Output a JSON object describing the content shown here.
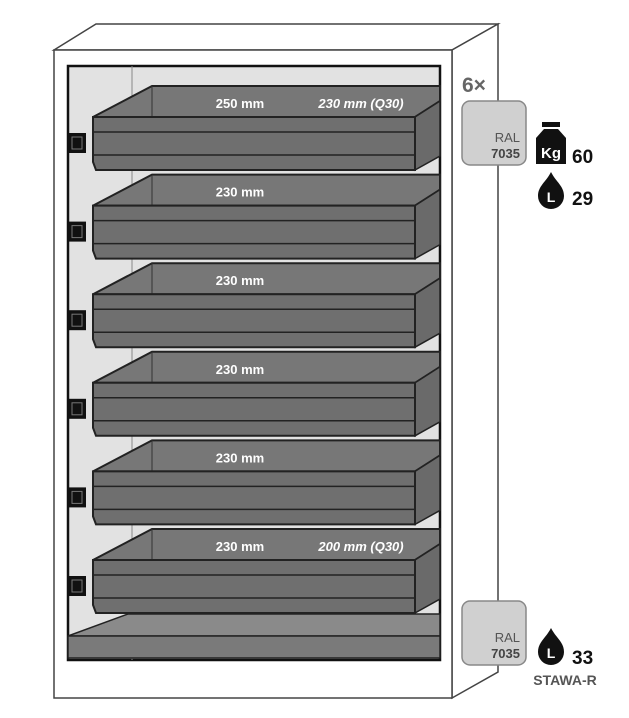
{
  "drawers": [
    {
      "label": "250 mm",
      "alt_label": "230 mm (Q30)"
    },
    {
      "label": "230 mm",
      "alt_label": ""
    },
    {
      "label": "230 mm",
      "alt_label": ""
    },
    {
      "label": "230 mm",
      "alt_label": ""
    },
    {
      "label": "230 mm",
      "alt_label": ""
    },
    {
      "label": "230 mm",
      "alt_label": "200 mm (Q30)"
    }
  ],
  "top_info": {
    "count": "6×",
    "ral_label": "RAL",
    "ral_code": "7035",
    "weight": "60",
    "weight_icon_text": "Kg",
    "volume": "29",
    "volume_icon_text": "L"
  },
  "bottom_info": {
    "ral_label": "RAL",
    "ral_code": "7035",
    "volume": "33",
    "volume_icon_text": "L",
    "sump_name": "STAWA-R"
  },
  "colors": {
    "drawer": "#6f6f6f",
    "back_wall": "#e2e2e2",
    "ral": "#d0d0d0",
    "outline": "#222222"
  }
}
